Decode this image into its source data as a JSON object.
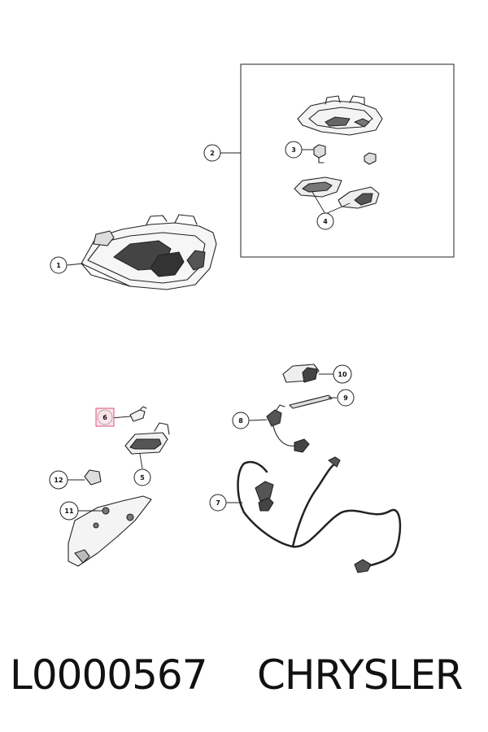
{
  "diagram": {
    "callouts": [
      "1",
      "2",
      "3",
      "4",
      "5",
      "6",
      "7",
      "8",
      "9",
      "10",
      "11",
      "12"
    ],
    "highlighted_callout": "6",
    "highlight_color": "#e0507a"
  },
  "footer": {
    "part_number": "L0000567",
    "brand": "CHRYSLER"
  }
}
